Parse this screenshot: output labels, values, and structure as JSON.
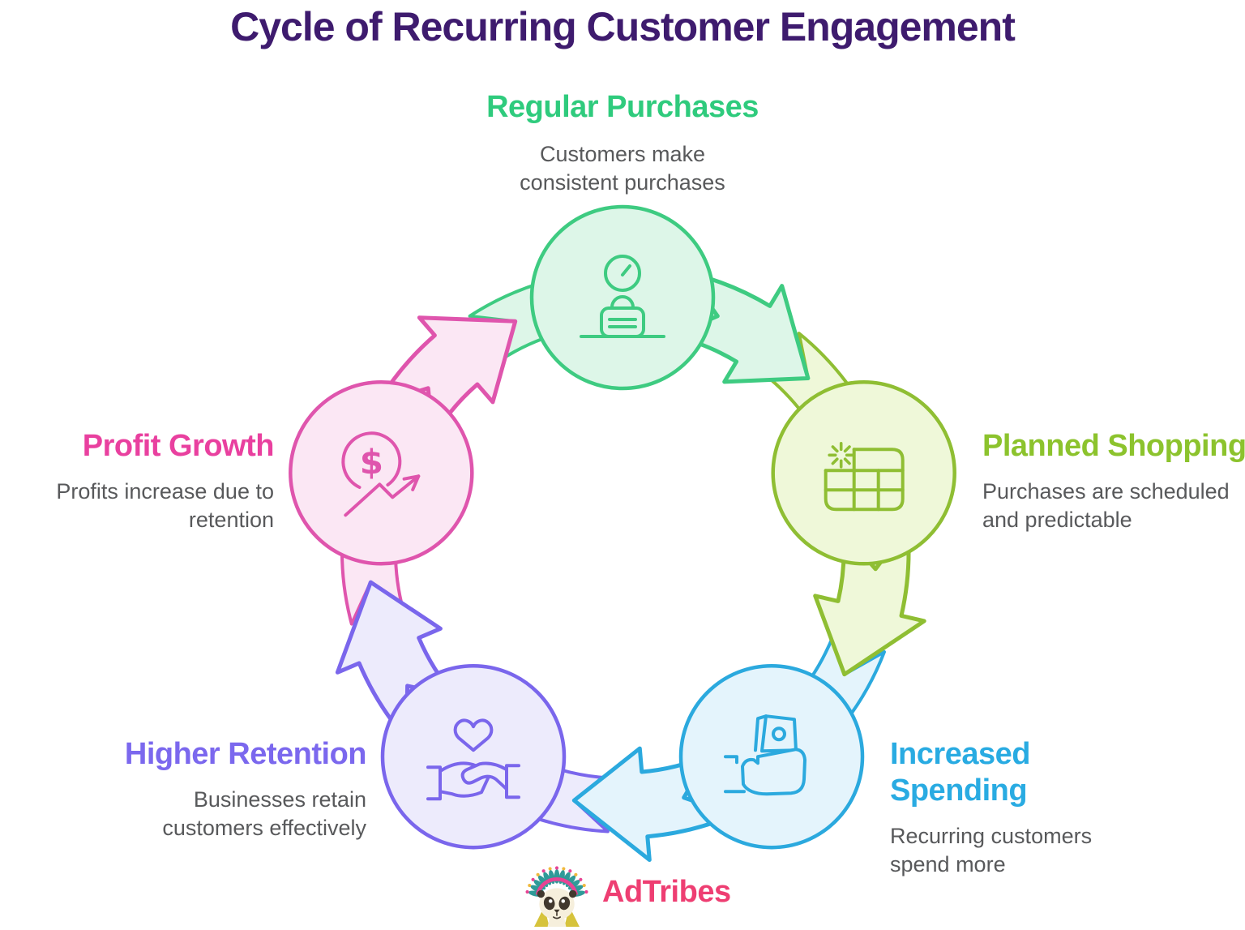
{
  "title": "Cycle of Recurring Customer Engagement",
  "title_color": "#3e1b6e",
  "desc_color": "#58595b",
  "nodes": [
    {
      "title": "Regular Purchases",
      "desc": "Customers make\nconsistent purchases",
      "stroke": "#3ecb81",
      "fill": "#ddf6e8",
      "title_color": "#2fcb7d",
      "icon": "clock-shopping-bag-icon"
    },
    {
      "title": "Planned Shopping",
      "desc": "Purchases are scheduled\nand predictable",
      "stroke": "#8fbe33",
      "fill": "#eff8d9",
      "title_color": "#8cc32d",
      "icon": "calendar-grid-sparkle-icon"
    },
    {
      "title": "Increased Spending",
      "desc": "Recurring customers\nspend more",
      "stroke": "#2ba9de",
      "fill": "#e4f4fc",
      "title_color": "#29abe2",
      "icon": "hand-holding-money-icon"
    },
    {
      "title": "Higher Retention",
      "desc": "Businesses retain\ncustomers effectively",
      "stroke": "#7a66ec",
      "fill": "#edebfc",
      "title_color": "#7b68ee",
      "icon": "heart-handshake-icon"
    },
    {
      "title": "Profit Growth",
      "desc": "Profits increase due to\nretention",
      "stroke": "#df55ad",
      "fill": "#fbe7f4",
      "title_color": "#e9409f",
      "icon": "dollar-growth-arrow-icon"
    }
  ],
  "dollar_glyph": "$",
  "logo": {
    "brand": "AdTribes",
    "color": "#ee3e72",
    "icon": "panda-headdress-logo"
  }
}
